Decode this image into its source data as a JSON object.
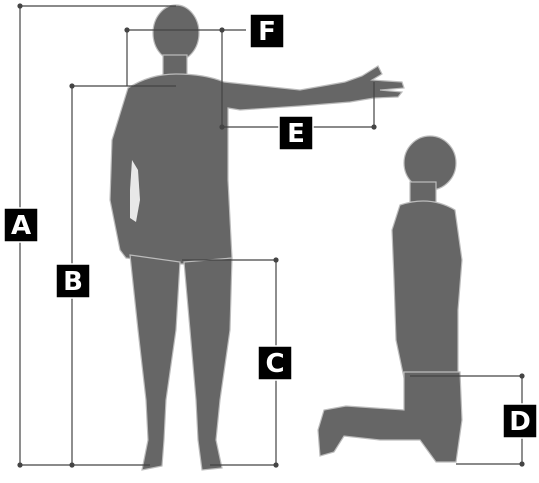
{
  "labels": {
    "A": "A",
    "B": "B",
    "C": "C",
    "D": "D",
    "E": "E",
    "F": "F"
  },
  "colors": {
    "silhouette": "#666666",
    "outline": "#bcbcbc",
    "line": "#444444",
    "label_bg": "#000000",
    "label_text": "#ffffff"
  }
}
